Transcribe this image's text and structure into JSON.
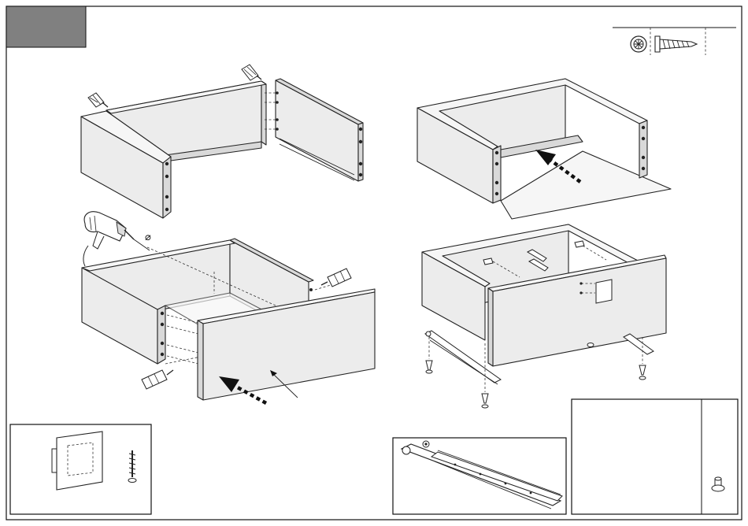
{
  "header": {
    "step_badge_color": "#808080",
    "frame_color": "#111111"
  },
  "legend": {
    "items": [
      {
        "icon": "dowel-icon"
      },
      {
        "icon": "screw-icon"
      }
    ]
  },
  "symbols": {
    "diameter": "⌀"
  },
  "steps": [
    {
      "id": "assemble-side-panels",
      "icons": [
        "glue-bottle-icon",
        "dowel-icon"
      ]
    },
    {
      "id": "insert-bottom-panel",
      "icons": [
        "arrow-icon"
      ]
    },
    {
      "id": "attach-front-panel",
      "icons": [
        "drill-icon",
        "glue-bottle-icon",
        "arrow-icon"
      ]
    },
    {
      "id": "mount-drawer-runners",
      "icons": [
        "screw-icon",
        "runner-icon",
        "knob-icon"
      ]
    }
  ],
  "insets": [
    {
      "id": "handle-plate-inset",
      "icons": [
        "plate-icon",
        "screw-icon"
      ]
    },
    {
      "id": "runner-inset",
      "icons": [
        "runner-icon"
      ]
    },
    {
      "id": "knob-inset",
      "icons": [
        "knob-icon"
      ]
    }
  ]
}
